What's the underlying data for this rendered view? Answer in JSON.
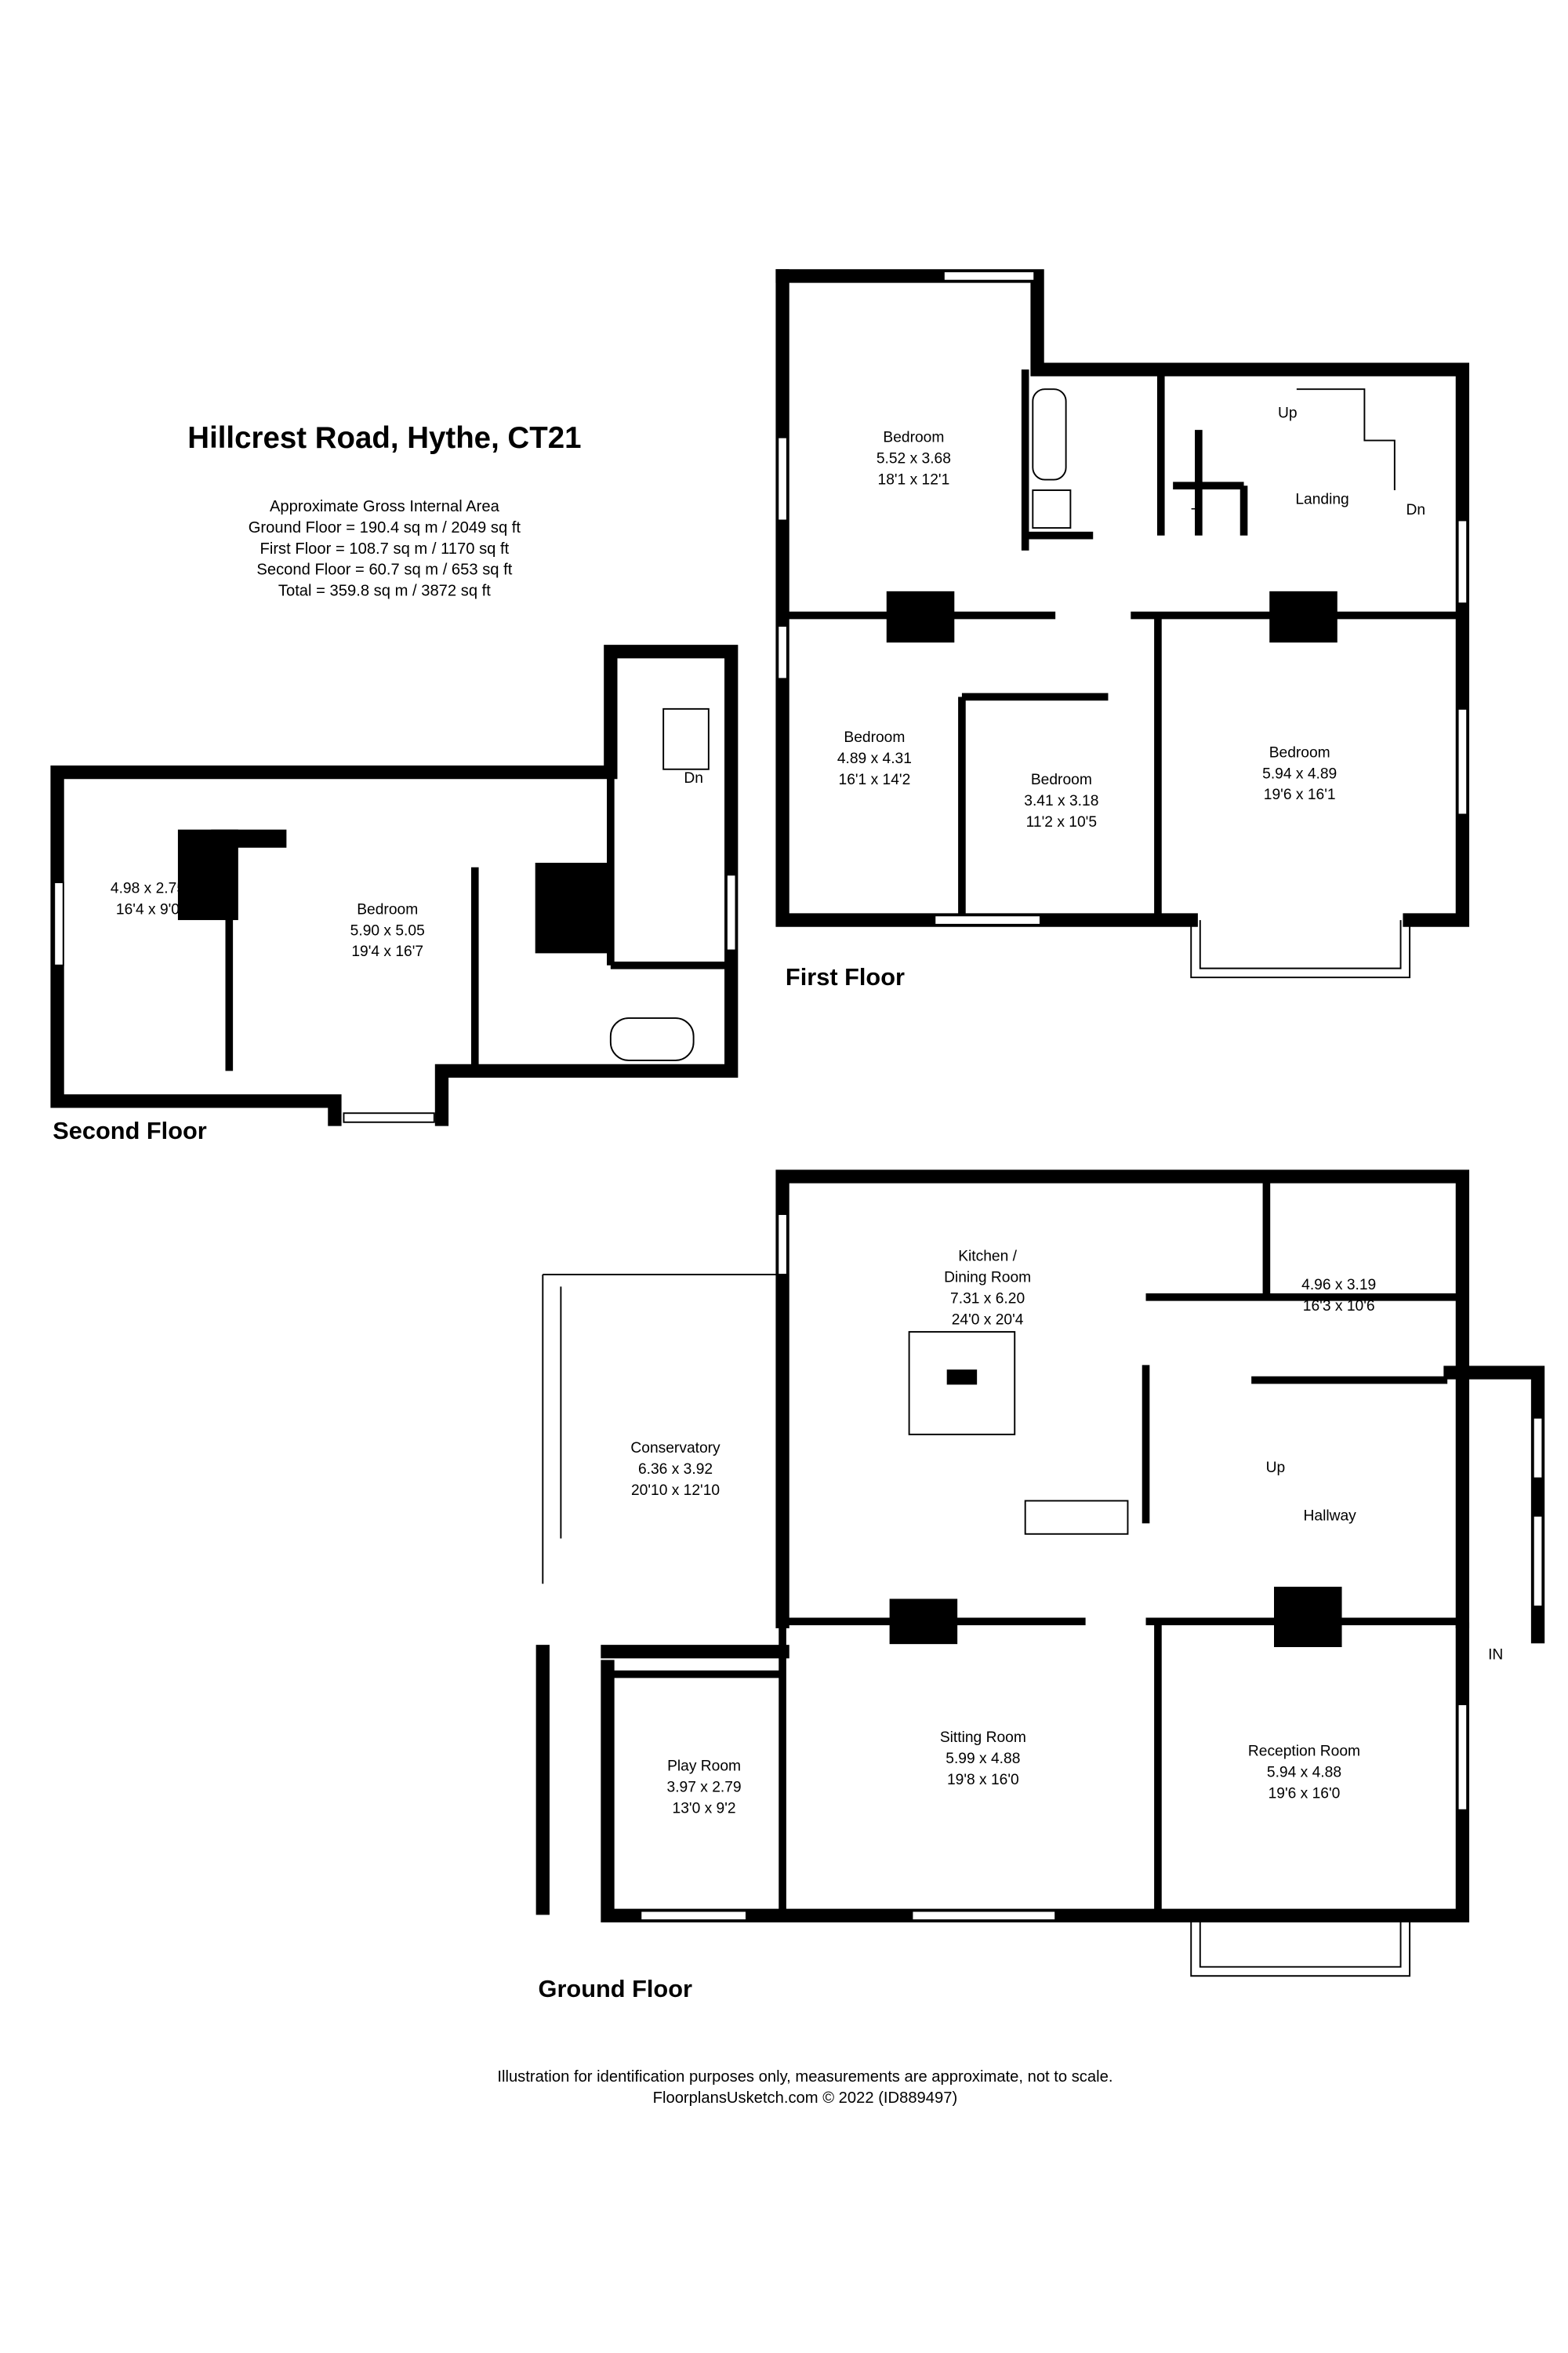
{
  "title": "Hillcrest Road, Hythe, CT21",
  "area": {
    "heading": "Approximate Gross Internal Area",
    "ground": "Ground Floor = 190.4 sq m / 2049 sq ft",
    "first": "First Floor = 108.7 sq m / 1170 sq ft",
    "second": "Second Floor = 60.7 sq m / 653 sq ft",
    "total": "Total = 359.8 sq m / 3872 sq ft"
  },
  "floors": {
    "second": {
      "label": "Second Floor",
      "rooms": [
        {
          "name": "",
          "m": "4.98 x 2.75",
          "ft": "16'4 x 9'0"
        },
        {
          "name": "Bedroom",
          "m": "5.90 x 5.05",
          "ft": "19'4 x 16'7"
        }
      ],
      "stairs": "Dn"
    },
    "first": {
      "label": "First Floor",
      "rooms": [
        {
          "name": "Bedroom",
          "m": "5.52 x 3.68",
          "ft": "18'1 x 12'1"
        },
        {
          "name": "Landing",
          "m": "",
          "ft": ""
        },
        {
          "name": "Bedroom",
          "m": "4.89 x 4.31",
          "ft": "16'1 x 14'2"
        },
        {
          "name": "Bedroom",
          "m": "3.41 x 3.18",
          "ft": "11'2 x 10'5"
        },
        {
          "name": "Bedroom",
          "m": "5.94 x 4.89",
          "ft": "19'6 x 16'1"
        }
      ],
      "up": "Up",
      "dn": "Dn",
      "tank": "T"
    },
    "ground": {
      "label": "Ground Floor",
      "rooms": [
        {
          "name": "Kitchen /",
          "name2": "Dining Room",
          "m": "7.31 x 6.20",
          "ft": "24'0 x 20'4"
        },
        {
          "name": "",
          "m": "4.96 x 3.19",
          "ft": "16'3 x 10'6"
        },
        {
          "name": "Conservatory",
          "m": "6.36 x 3.92",
          "ft": "20'10 x 12'10"
        },
        {
          "name": "Hallway",
          "m": "",
          "ft": ""
        },
        {
          "name": "Play Room",
          "m": "3.97 x 2.79",
          "ft": "13'0 x 9'2"
        },
        {
          "name": "Sitting Room",
          "m": "5.99 x 4.88",
          "ft": "19'8 x 16'0"
        },
        {
          "name": "Reception Room",
          "m": "5.94 x 4.88",
          "ft": "19'6 x 16'0"
        }
      ],
      "up": "Up",
      "entrance": "IN"
    }
  },
  "footer": {
    "disclaimer": "Illustration for identification purposes only, measurements are approximate, not to scale.",
    "credit": "FloorplansUsketch.com © 2022 (ID889497)"
  }
}
